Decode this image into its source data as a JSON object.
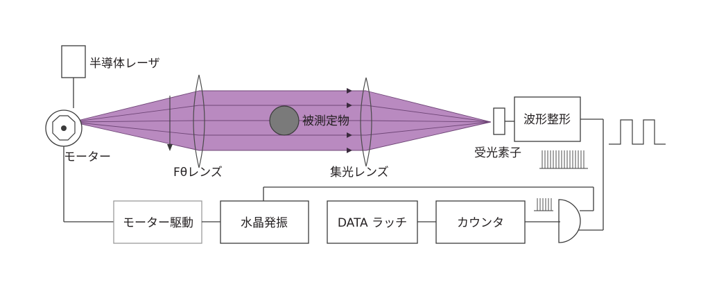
{
  "labels": {
    "laser": "半導体レーザ",
    "motor": "モーター",
    "ftheta_lens": "Fθレンズ",
    "object": "被測定物",
    "condenser_lens": "集光レンズ",
    "receiver": "受光素子",
    "waveform_shaping": "波形整形",
    "motor_drive": "モーター駆動",
    "crystal_osc": "水晶発振",
    "data_latch": "DATA ラッチ",
    "counter": "カウンタ"
  },
  "colors": {
    "beam": "#b98ac0",
    "beam_edge": "#8e5f96",
    "object_fill": "#7a7a7a",
    "line": "#3a3a3a",
    "light_box": "#9a9a9a"
  },
  "icons": {
    "and_gate": "and-gate-icon",
    "polygon_mirror": "polygon-mirror-icon",
    "pulse_waveform": "square-pulse-icon",
    "pulse_train": "pulse-train-icon"
  }
}
